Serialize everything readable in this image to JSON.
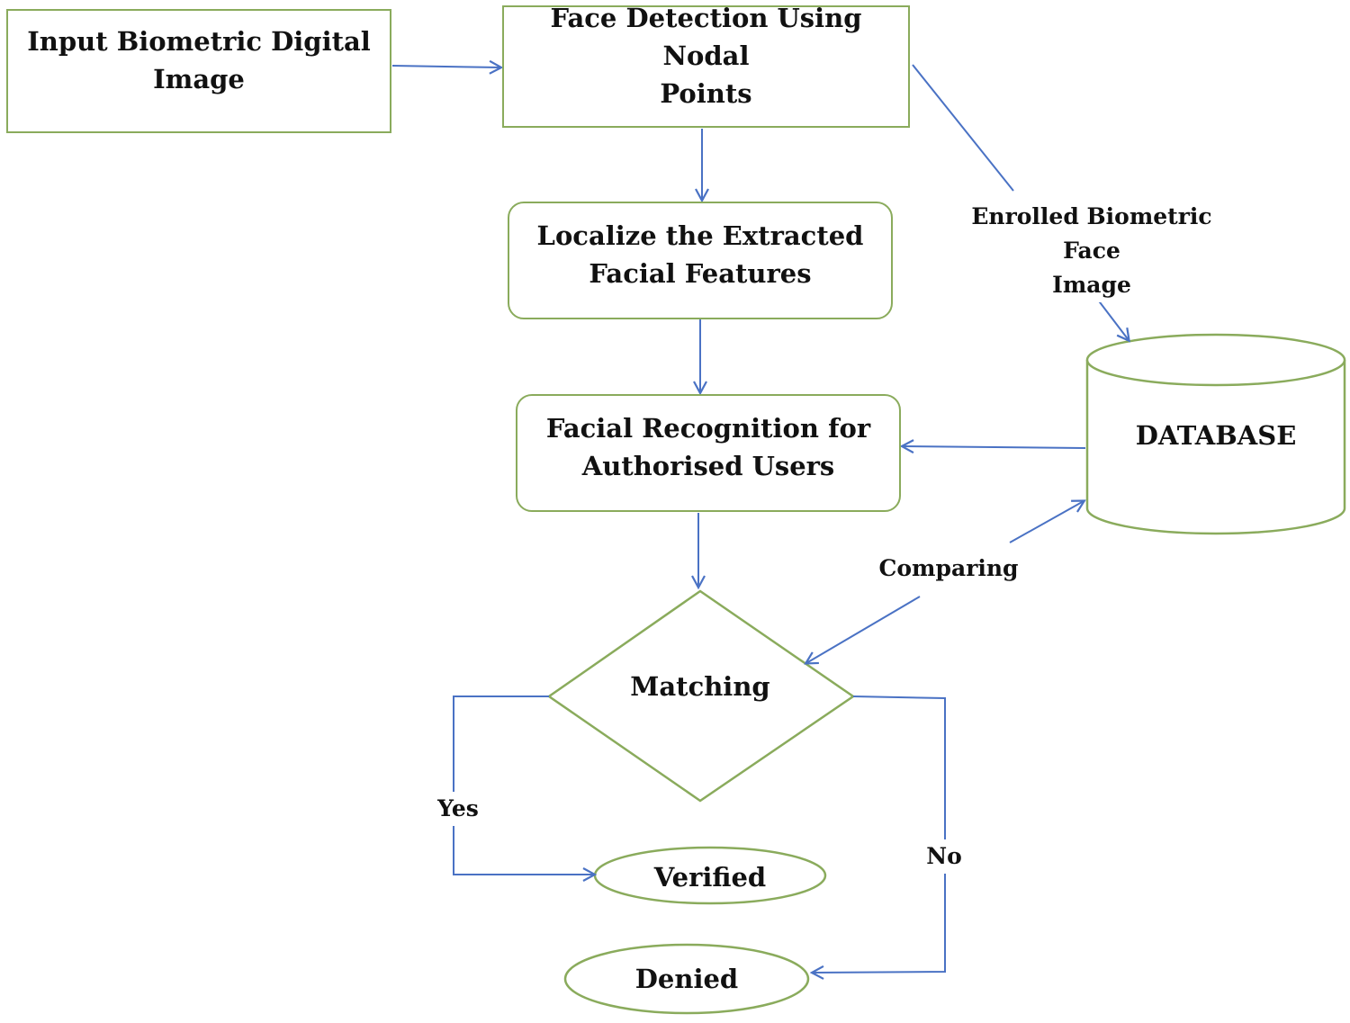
{
  "colors": {
    "node_border": "#8aab5c",
    "arrow": "#4a72c4",
    "text": "#111111",
    "background": "#ffffff"
  },
  "nodes": {
    "input_image": "Input Biometric Digital\nImage",
    "face_detection": "Face Detection Using Nodal\nPoints",
    "localize_features": "Localize the Extracted\nFacial Features",
    "facial_recognition": "Facial Recognition for\nAuthorised Users",
    "database": "DATABASE",
    "matching": "Matching",
    "verified": "Verified",
    "denied": "Denied"
  },
  "edge_labels": {
    "enrolled": "Enrolled Biometric Face\nImage",
    "comparing": "Comparing",
    "yes": "Yes",
    "no": "No"
  }
}
